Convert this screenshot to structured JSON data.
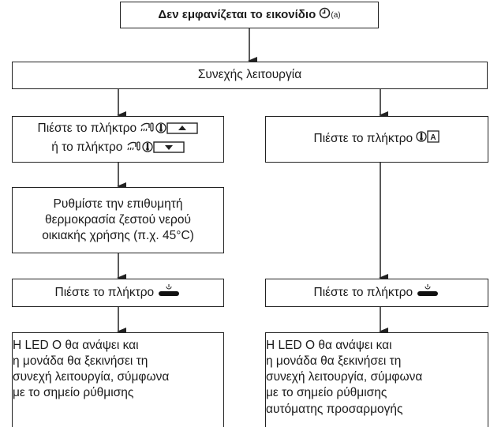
{
  "title": {
    "text": "Δεν εμφανίζεται το εικονίδιο",
    "footnote": "(a)",
    "icon": "timer-icon"
  },
  "step_continuous": "Συνεχής λειτουργία",
  "left": {
    "press_line1": "Πιέστε το πλήκτρο",
    "press_line2": "ή το πλήκτρο",
    "press_icons": [
      "hot-water-tap-icon",
      "thermometer-icon",
      "up-arrow-button-icon",
      "down-arrow-button-icon"
    ],
    "set_temp": [
      "Ρυθμίστε την επιθυμητή",
      "θερμοκρασία ζεστού νερού",
      "οικιακής χρήσης (π.χ. 45°C)"
    ],
    "press_power": "Πιέστε το πλήκτρο",
    "result": [
      "Η LED O θα ανάψει και",
      "η μονάδα θα ξεκινήσει τη",
      "συνεχή λειτουργία, σύμφωνα",
      "με το σημείο ρύθμισης"
    ]
  },
  "right": {
    "press_auto": "Πιέστε το πλήκτρο",
    "press_icons": [
      "thermometer-icon",
      "auto-mode-icon"
    ],
    "press_power": "Πιέστε το πλήκτρο",
    "result": [
      "Η LED O θα ανάψει και",
      "η μονάδα θα ξεκινήσει τη",
      "συνεχή λειτουργία, σύμφωνα",
      "με το σημείο ρύθμισης",
      "αυτόματης προσαρμογής"
    ]
  },
  "power_icon": "power-button-icon"
}
